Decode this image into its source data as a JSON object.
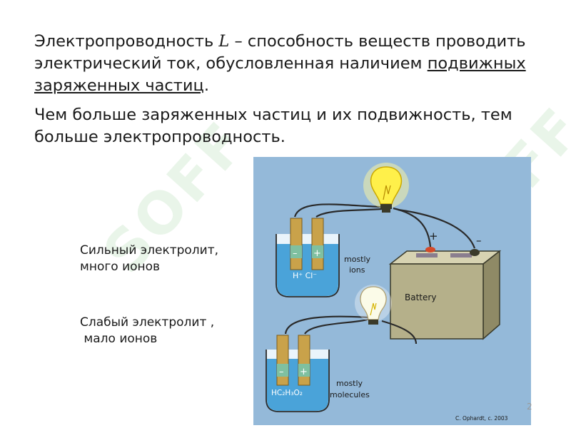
{
  "paragraph1": {
    "part1": "Электропроводность ",
    "symbol": "L",
    "part2": " – способность веществ проводить электрический ток, обусловленная наличием ",
    "underlined": "подвижных заряженных частиц",
    "part3": "."
  },
  "paragraph2": "Чем больше заряженных частиц и их подвижность, тем больше электропроводность.",
  "labels": {
    "strong_line1": "Сильный электролит,",
    "strong_line2": "много ионов",
    "weak_line1": "Слабый электролит ,",
    "weak_line2": " мало ионов"
  },
  "figure": {
    "strong_minus": "–",
    "strong_plus": "+",
    "strong_formula": "H⁺  Cl⁻",
    "strong_caption_line1": "mostly",
    "strong_caption_line2": "ions",
    "weak_minus": "–",
    "weak_plus": "+",
    "weak_formula": "HC₂H₃O₂",
    "weak_caption_line1": "mostly",
    "weak_caption_line2": "molecules",
    "battery_label": "Battery",
    "battery_plus": "+",
    "battery_minus": "–",
    "credit": "C. Ophardt, c. 2003"
  },
  "watermark_text": "SOFF",
  "page_number": "2",
  "colors": {
    "figure_background": "#94b9d9",
    "bulb_glow": "#fff04a",
    "solution": "#4aa3d9",
    "electrode": "#c9a24a",
    "battery": "#b5b08a"
  }
}
